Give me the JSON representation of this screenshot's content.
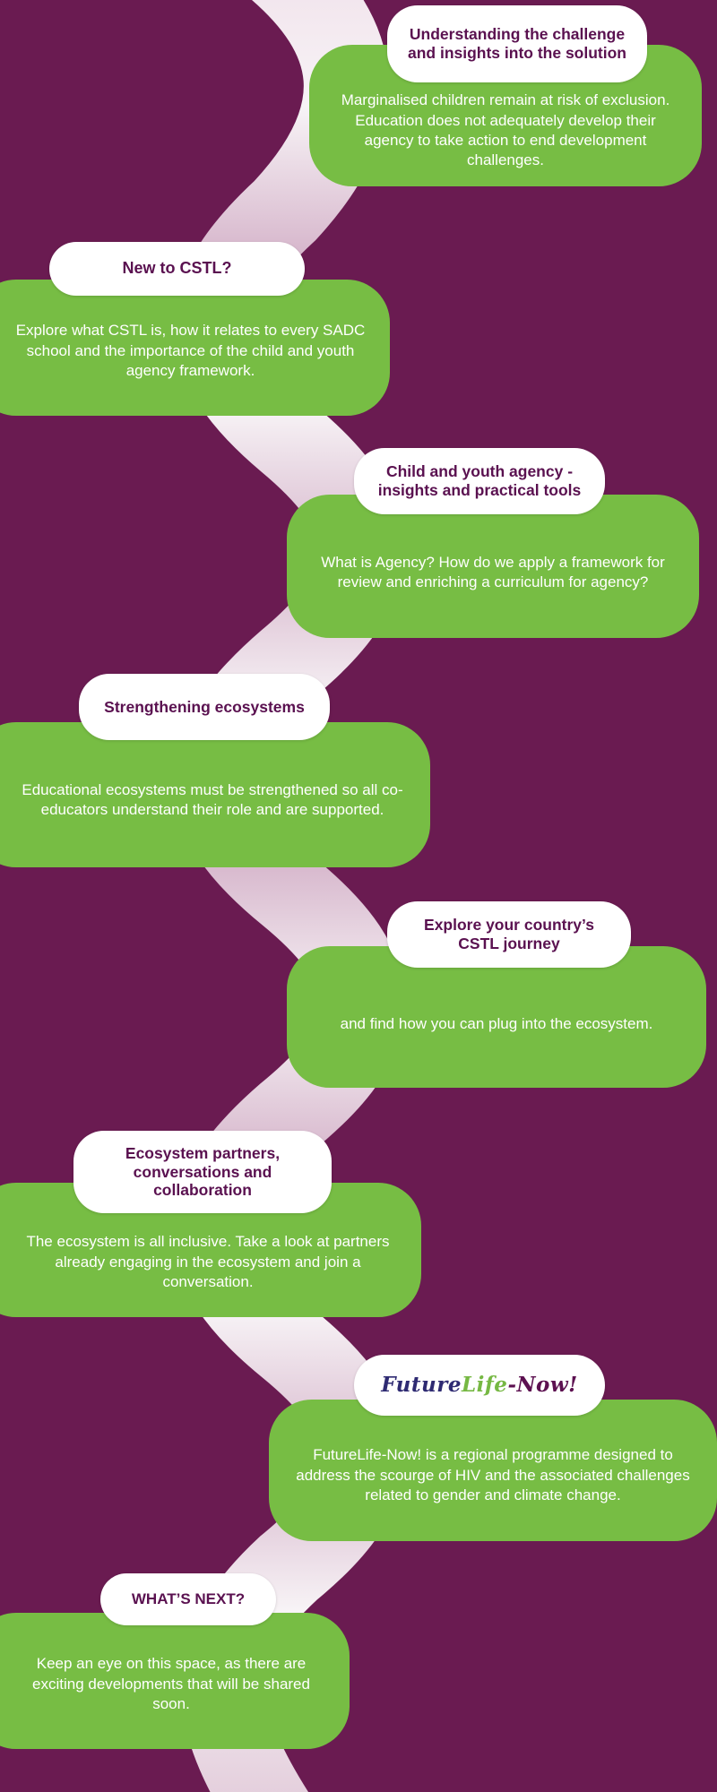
{
  "colors": {
    "background": "#6A1B51",
    "card_green": "#77BD44",
    "heading_purple": "#5A1150",
    "ribbon_light": "#FFFFFF",
    "ribbon_shade": "#DCBED2",
    "logo_future_color": "#2E2A72",
    "logo_life_color": "#76B843",
    "logo_now_color": "#5C1050"
  },
  "sections": [
    {
      "title": "Understanding the challenge and insights into the solution",
      "body": "Marginalised children remain at risk of exclusion. Education does not adequately develop their agency to take action to end development challenges.",
      "side": "right"
    },
    {
      "title": "New to CSTL?",
      "body": "Explore what CSTL is, how it relates to every SADC school and the importance of the child and youth agency framework.",
      "side": "left"
    },
    {
      "title": "Child and youth agency - insights and practical tools",
      "body": "What is Agency? How do we apply a framework for review and enriching a curriculum for agency?",
      "side": "right"
    },
    {
      "title": "Strengthening ecosystems",
      "body": "Educational ecosystems must be strengthened so all co-educators understand their role and are supported.",
      "side": "left"
    },
    {
      "title": "Explore your country’s CSTL journey",
      "body": "and find how you can plug into the ecosystem.",
      "side": "right"
    },
    {
      "title": "Ecosystem partners, conversations and collaboration",
      "body": "The ecosystem is all inclusive. Take a look at partners already engaging in the ecosystem and join a conversation.",
      "side": "left"
    },
    {
      "title": "FutureLife-Now!",
      "logo": {
        "future": "Future",
        "life": "Life",
        "now": "-Now!"
      },
      "body": "FutureLife-Now! is a regional programme designed to address the scourge of HIV and the associated challenges related to gender and climate change.",
      "side": "right"
    },
    {
      "title": "WHAT’S NEXT?",
      "body": "Keep an eye on this space, as there are exciting developments that will be shared soon.",
      "side": "left"
    }
  ]
}
